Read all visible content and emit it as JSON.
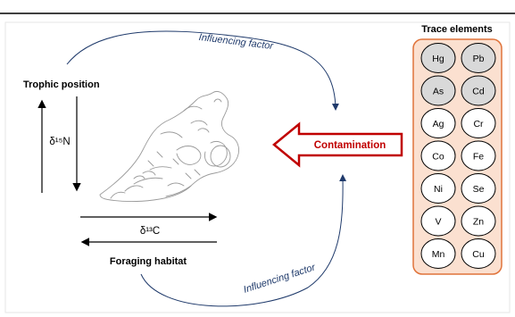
{
  "title": "Trace elements",
  "labels": {
    "trophic_position": "Trophic position",
    "foraging_habitat": "Foraging habitat",
    "delta_n": "δ¹⁵N",
    "delta_c": "δ¹³C",
    "contamination": "Contamination",
    "influencing_top": "Influencing factor",
    "influencing_bottom": "Influencing factor"
  },
  "elements": [
    {
      "symbol": "Hg",
      "shaded": true
    },
    {
      "symbol": "Pb",
      "shaded": true
    },
    {
      "symbol": "As",
      "shaded": true
    },
    {
      "symbol": "Cd",
      "shaded": true
    },
    {
      "symbol": "Ag",
      "shaded": false
    },
    {
      "symbol": "Cr",
      "shaded": false
    },
    {
      "symbol": "Co",
      "shaded": false
    },
    {
      "symbol": "Fe",
      "shaded": false
    },
    {
      "symbol": "Ni",
      "shaded": false
    },
    {
      "symbol": "Se",
      "shaded": false
    },
    {
      "symbol": "V",
      "shaded": false
    },
    {
      "symbol": "Zn",
      "shaded": false
    },
    {
      "symbol": "Mn",
      "shaded": false
    },
    {
      "symbol": "Cu",
      "shaded": false
    }
  ],
  "colors": {
    "panel_fill": "#fbe0d0",
    "panel_stroke": "#e0733a",
    "arrow_red": "#c00000",
    "curve_blue": "#1f3a6b",
    "shaded_fill": "#d9d9d9"
  }
}
